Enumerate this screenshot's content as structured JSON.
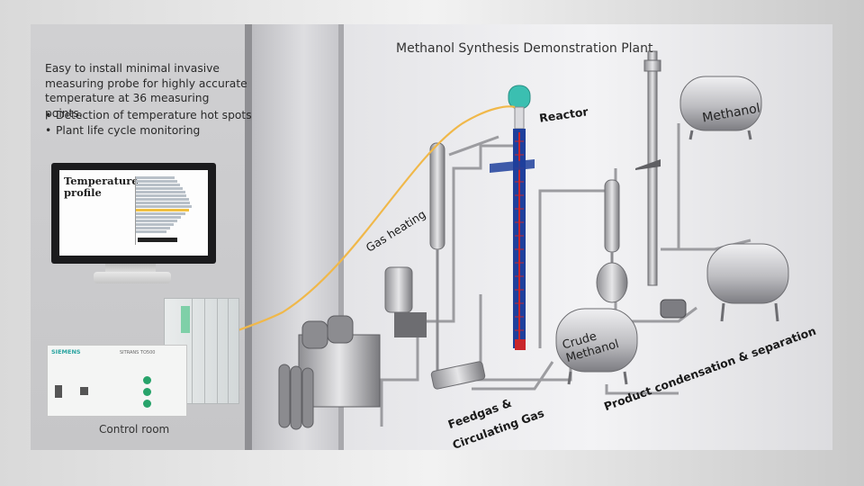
{
  "title": "Methanol Synthesis Demonstration Plant",
  "intro": "Easy to install minimal invasive measuring probe for highly accurate temperature at 36  measuring points.",
  "bullets": [
    "Detection of temperature hot spots",
    "Plant life cycle monitoring"
  ],
  "monitor": {
    "screen_title": "Temperature profile",
    "bar_count": 16
  },
  "device": {
    "brand": "SIEMENS",
    "model": "SITRANS TO500"
  },
  "labels": {
    "control_room": "Control room",
    "reactor": "Reactor",
    "gas_heating": "Gas heating",
    "methanol": "Methanol",
    "crude_methanol": "Crude Methanol",
    "feedgas": "Feedgas &",
    "circulating": "Circulating Gas",
    "product": "Product condensation & separation"
  },
  "colors": {
    "probe_cable": "#f0b84a",
    "purple_cable": "#6a3c8c",
    "reactor_cap": "#3bbfb1",
    "reactor_tube": "#1f3f9c",
    "probe_red": "#c9252b",
    "highlight_bar": "#f0c040"
  }
}
